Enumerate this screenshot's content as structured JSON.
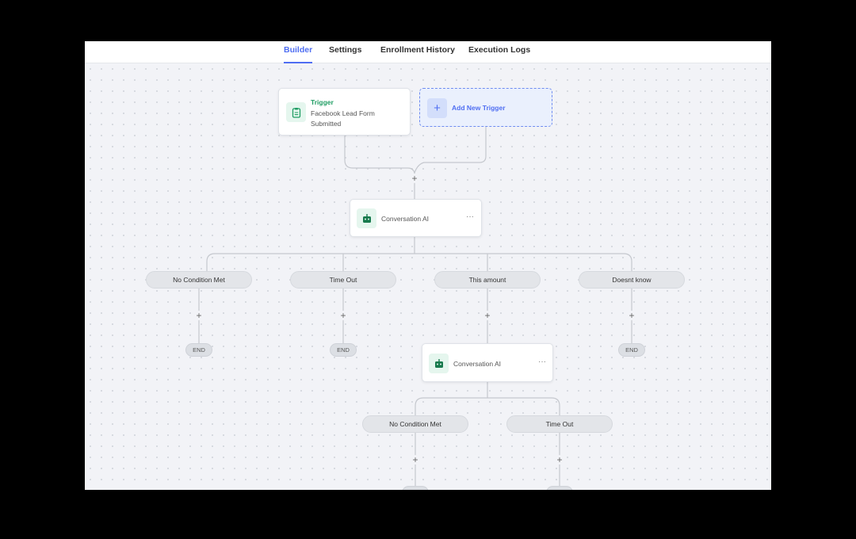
{
  "tabs": [
    {
      "label": "Builder",
      "active": true
    },
    {
      "label": "Settings"
    },
    {
      "label": "Enrollment History"
    },
    {
      "label": "Execution Logs"
    }
  ],
  "trigger": {
    "label": "Trigger",
    "name": "Facebook Lead Form Submitted",
    "icon": "clipboard-icon",
    "accent": "#1f9d63"
  },
  "add_trigger": {
    "label": "Add New Trigger",
    "icon": "plus-icon",
    "accent": "#4f6ef2"
  },
  "action1": {
    "label": "Conversation AI",
    "icon": "robot-icon",
    "menu": "···"
  },
  "branches1": [
    {
      "label": "No Condition Met",
      "end": "END"
    },
    {
      "label": "Time Out",
      "end": "END"
    },
    {
      "label": "This amount"
    },
    {
      "label": "Doesnt know",
      "end": "END"
    }
  ],
  "action2": {
    "label": "Conversation AI",
    "icon": "robot-icon",
    "menu": "···"
  },
  "branches2": [
    {
      "label": "No Condition Met"
    },
    {
      "label": "Time Out"
    }
  ],
  "plus": "+"
}
